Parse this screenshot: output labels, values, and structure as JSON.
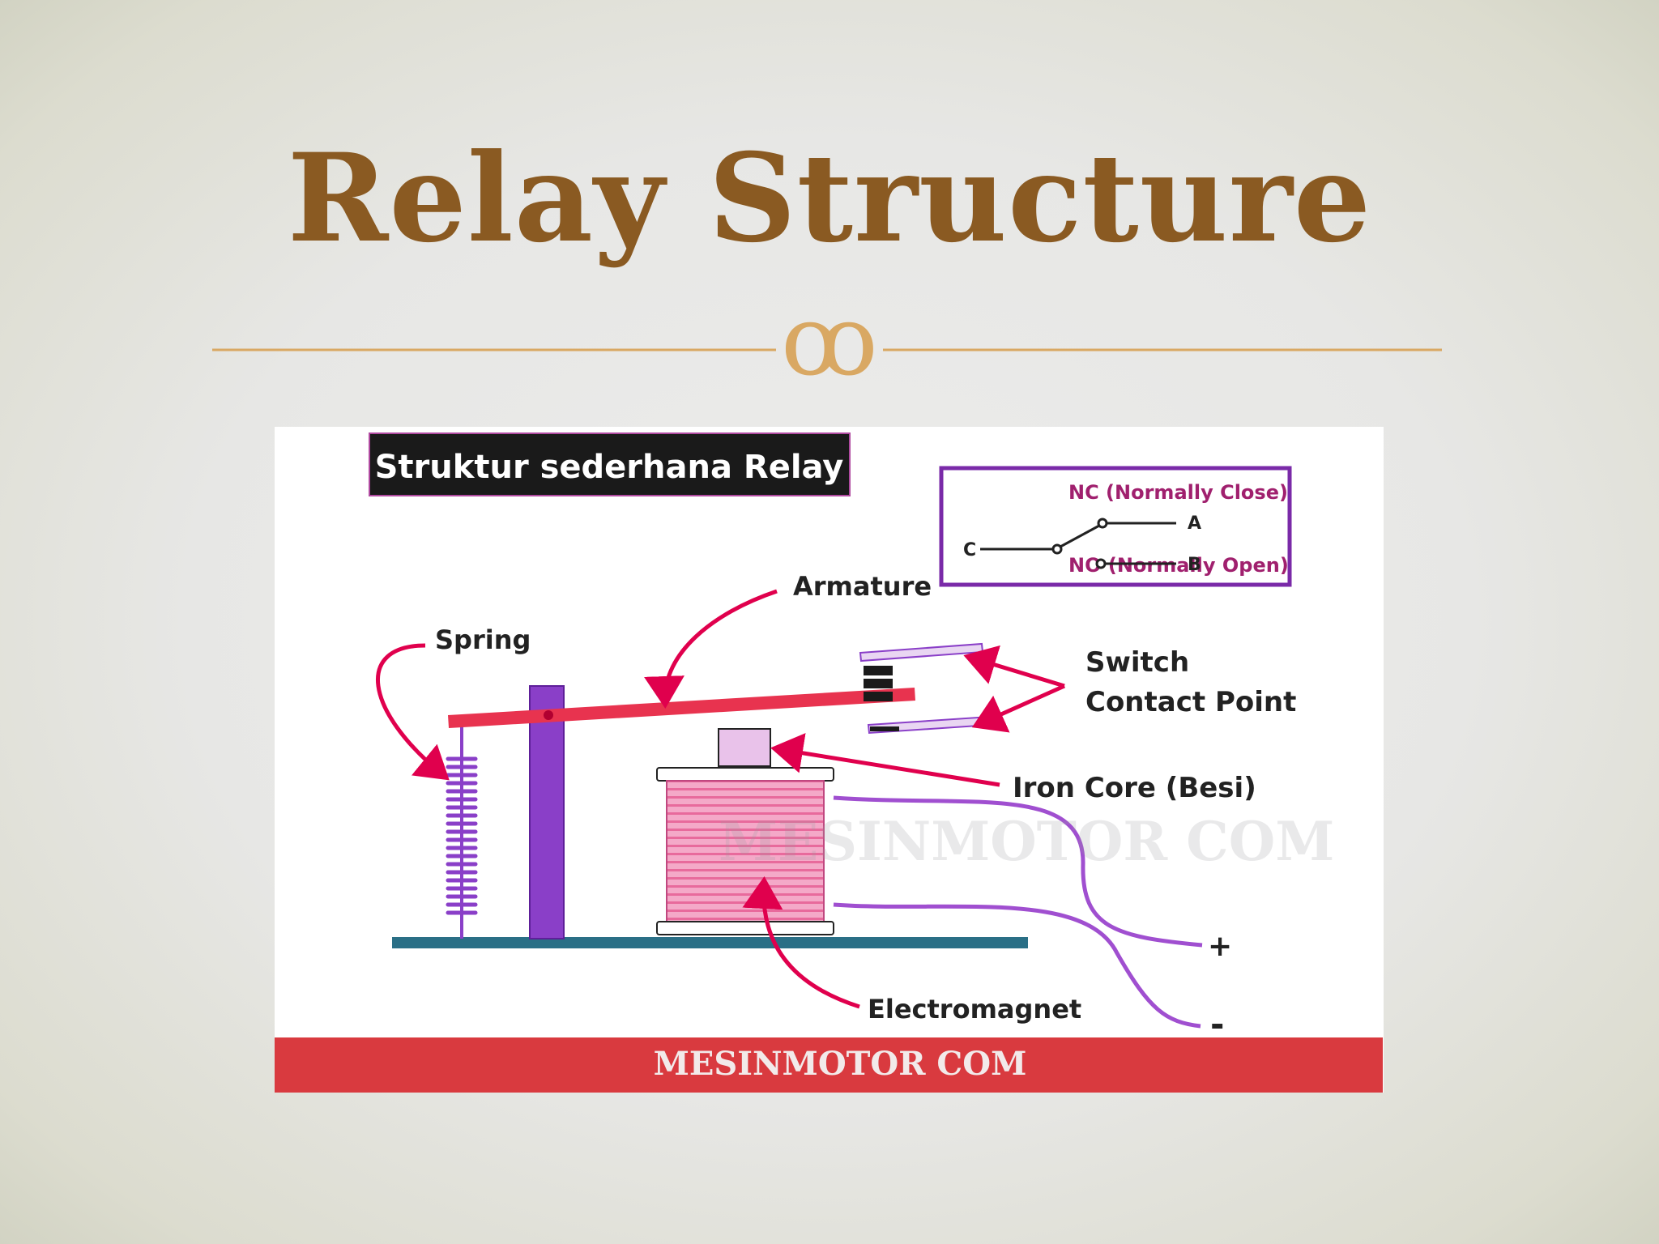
{
  "slide": {
    "title": "Relay Structure",
    "ornament_glyph": "ꝏ",
    "colors": {
      "title": "#8a5a22",
      "divider": "#d9a863",
      "ornament": "#d9a863"
    }
  },
  "figure": {
    "heading": "Struktur sederhana Relay",
    "legend": {
      "nc": "NC (Normally Close)",
      "no": "NO (Normally Open)",
      "terminal_c": "C",
      "terminal_a": "A",
      "terminal_b": "B"
    },
    "labels": {
      "armature": "Armature",
      "spring": "Spring",
      "switch_line1": "Switch",
      "switch_line2": "Contact Point",
      "iron_core": "Iron Core (Besi)",
      "electromagnet": "Electromagnet",
      "plus": "+",
      "minus": "-"
    },
    "watermark": "MESINMOTOR COM",
    "footer": "MESINMOTOR COM",
    "colors": {
      "arrow": "#e0004d",
      "armature": "#e8334f",
      "pivot": "#8a3fc8",
      "coil": "#f08cb4",
      "wire": "#a04fd0",
      "base": "#2a6f86",
      "footer_bar": "#d93a3f",
      "legend_border": "#7a2aa8",
      "legend_text": "#a0206e"
    }
  }
}
